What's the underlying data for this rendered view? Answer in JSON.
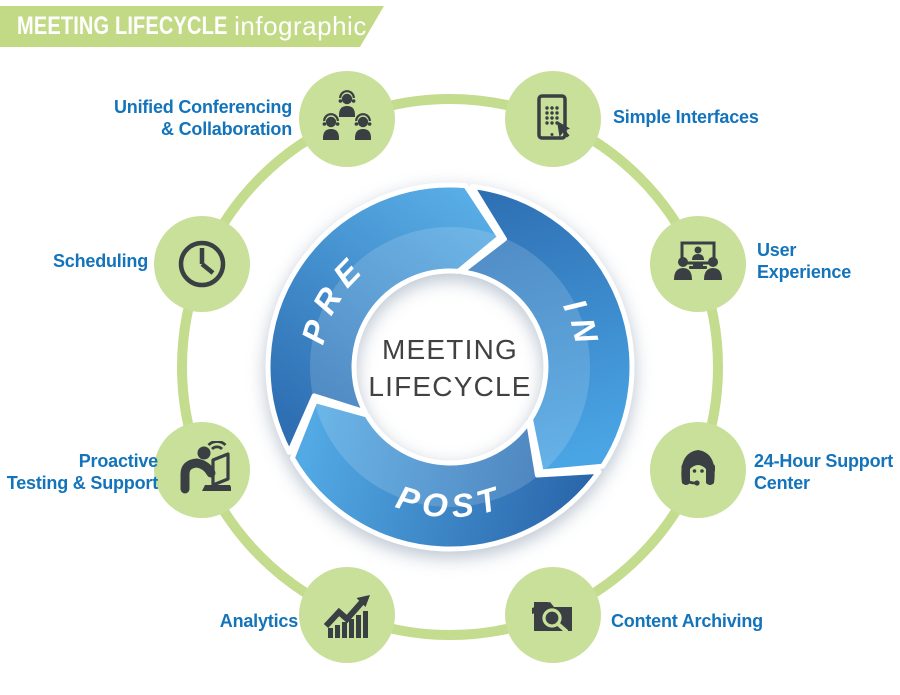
{
  "header": {
    "title": "MEETING LIFECYCLE",
    "subtitle": "infographic"
  },
  "wheel": {
    "center": {
      "line1": "MEETING",
      "line2": "LIFECYCLE"
    },
    "phases": {
      "pre": "PRE",
      "in": "IN",
      "post": "POST"
    }
  },
  "nodes": {
    "unified_conferencing": {
      "line1": "Unified Conferencing",
      "line2": "& Collaboration",
      "icon": "conference-team-headsets-icon"
    },
    "simple_interfaces": {
      "line1": "Simple Interfaces",
      "icon": "tablet-cursor-icon"
    },
    "scheduling": {
      "line1": "Scheduling",
      "icon": "clock-icon"
    },
    "user_experience": {
      "line1": "User",
      "line2": "Experience",
      "icon": "video-conference-screen-icon"
    },
    "proactive_testing": {
      "line1": "Proactive",
      "line2": "Testing & Support",
      "icon": "person-laptop-wifi-icon"
    },
    "support_center": {
      "line1": "24-Hour Support",
      "line2": "Center",
      "icon": "support-agent-headset-icon"
    },
    "analytics": {
      "line1": "Analytics",
      "icon": "growth-bar-chart-icon"
    },
    "content_archiving": {
      "line1": "Content Archiving",
      "icon": "folder-search-icon"
    }
  },
  "colors": {
    "banner_green": "#c2da85",
    "node_green": "#c8e09a",
    "connector_green": "#c3dc8e",
    "label_blue": "#1474bb",
    "ring_dark_blue": "#2a6db5",
    "ring_light_blue": "#55abe4",
    "center_text_gray": "#414141",
    "icon_dark": "#3a3f43"
  }
}
